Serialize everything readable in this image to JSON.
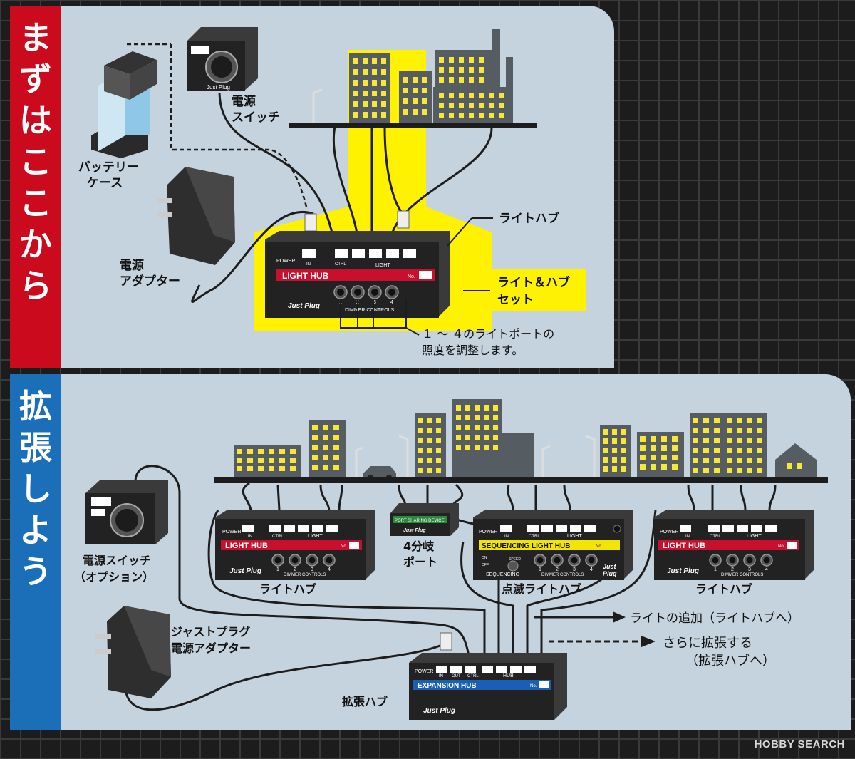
{
  "section1": {
    "title_chars": [
      "ま",
      "ず",
      "は",
      "こ",
      "こ",
      "か",
      "ら"
    ],
    "battery_case": [
      "バッテリー",
      "ケース"
    ],
    "power_switch": [
      "電源",
      "スイッチ"
    ],
    "power_adapter": [
      "電源",
      "アダプター"
    ],
    "light_hub_label": "ライトハブ",
    "light_hub_set": [
      "ライト＆ハブ",
      "セット"
    ],
    "dimmer_note": [
      "１ ～ ４のライトポートの",
      "照度を調整します。"
    ]
  },
  "section2": {
    "title_chars": [
      "拡",
      "張",
      "し",
      "よ",
      "う"
    ],
    "power_switch_option": [
      "電源スイッチ",
      "（オプション）"
    ],
    "just_plug_adapter": [
      "ジャストプラグ",
      "電源アダプター"
    ],
    "port_sharing": [
      "4分岐",
      "ポート"
    ],
    "light_hub_left": "ライトハブ",
    "sequencing_hub": "点滅ライトハブ",
    "light_hub_right": "ライトハブ",
    "expansion_hub_label": "拡張ハブ",
    "add_lights": "ライトの追加（ライトハブへ）",
    "expand_more": [
      "さらに拡張する",
      "（拡張ハブへ）"
    ]
  },
  "device": {
    "power": "POWER",
    "in": "IN",
    "out": "OUT",
    "ctrl": "CTRL",
    "light": "LIGHT",
    "hub": "HUB",
    "no": "No.",
    "dimmer_controls": "DIMMER CONTROLS",
    "sequencing": "SEQUENCING",
    "speed": "SPEED",
    "on": "ON",
    "off": "OFF",
    "brand": "Just Plug",
    "brand_split": [
      "Just",
      "Plug"
    ],
    "light_hub_name": "LIGHT HUB",
    "sequencing_name": "SEQUENCING LIGHT HUB",
    "expansion_name": "EXPANSION HUB",
    "port_sharing_device": "PORT SHARING DEVICE",
    "knobs": [
      "1",
      "2",
      "3",
      "4"
    ]
  },
  "watermark": "HOBBY SEARCH",
  "colors": {
    "red_band": "#cc0a1e",
    "blue_band": "#1a6fb8",
    "panel": "#c5d3de",
    "highlight_yellow": "#fff200",
    "light_hub_strip": "#c8102e",
    "sequencing_strip": "#f2e600",
    "expansion_strip": "#1a5fb4"
  }
}
